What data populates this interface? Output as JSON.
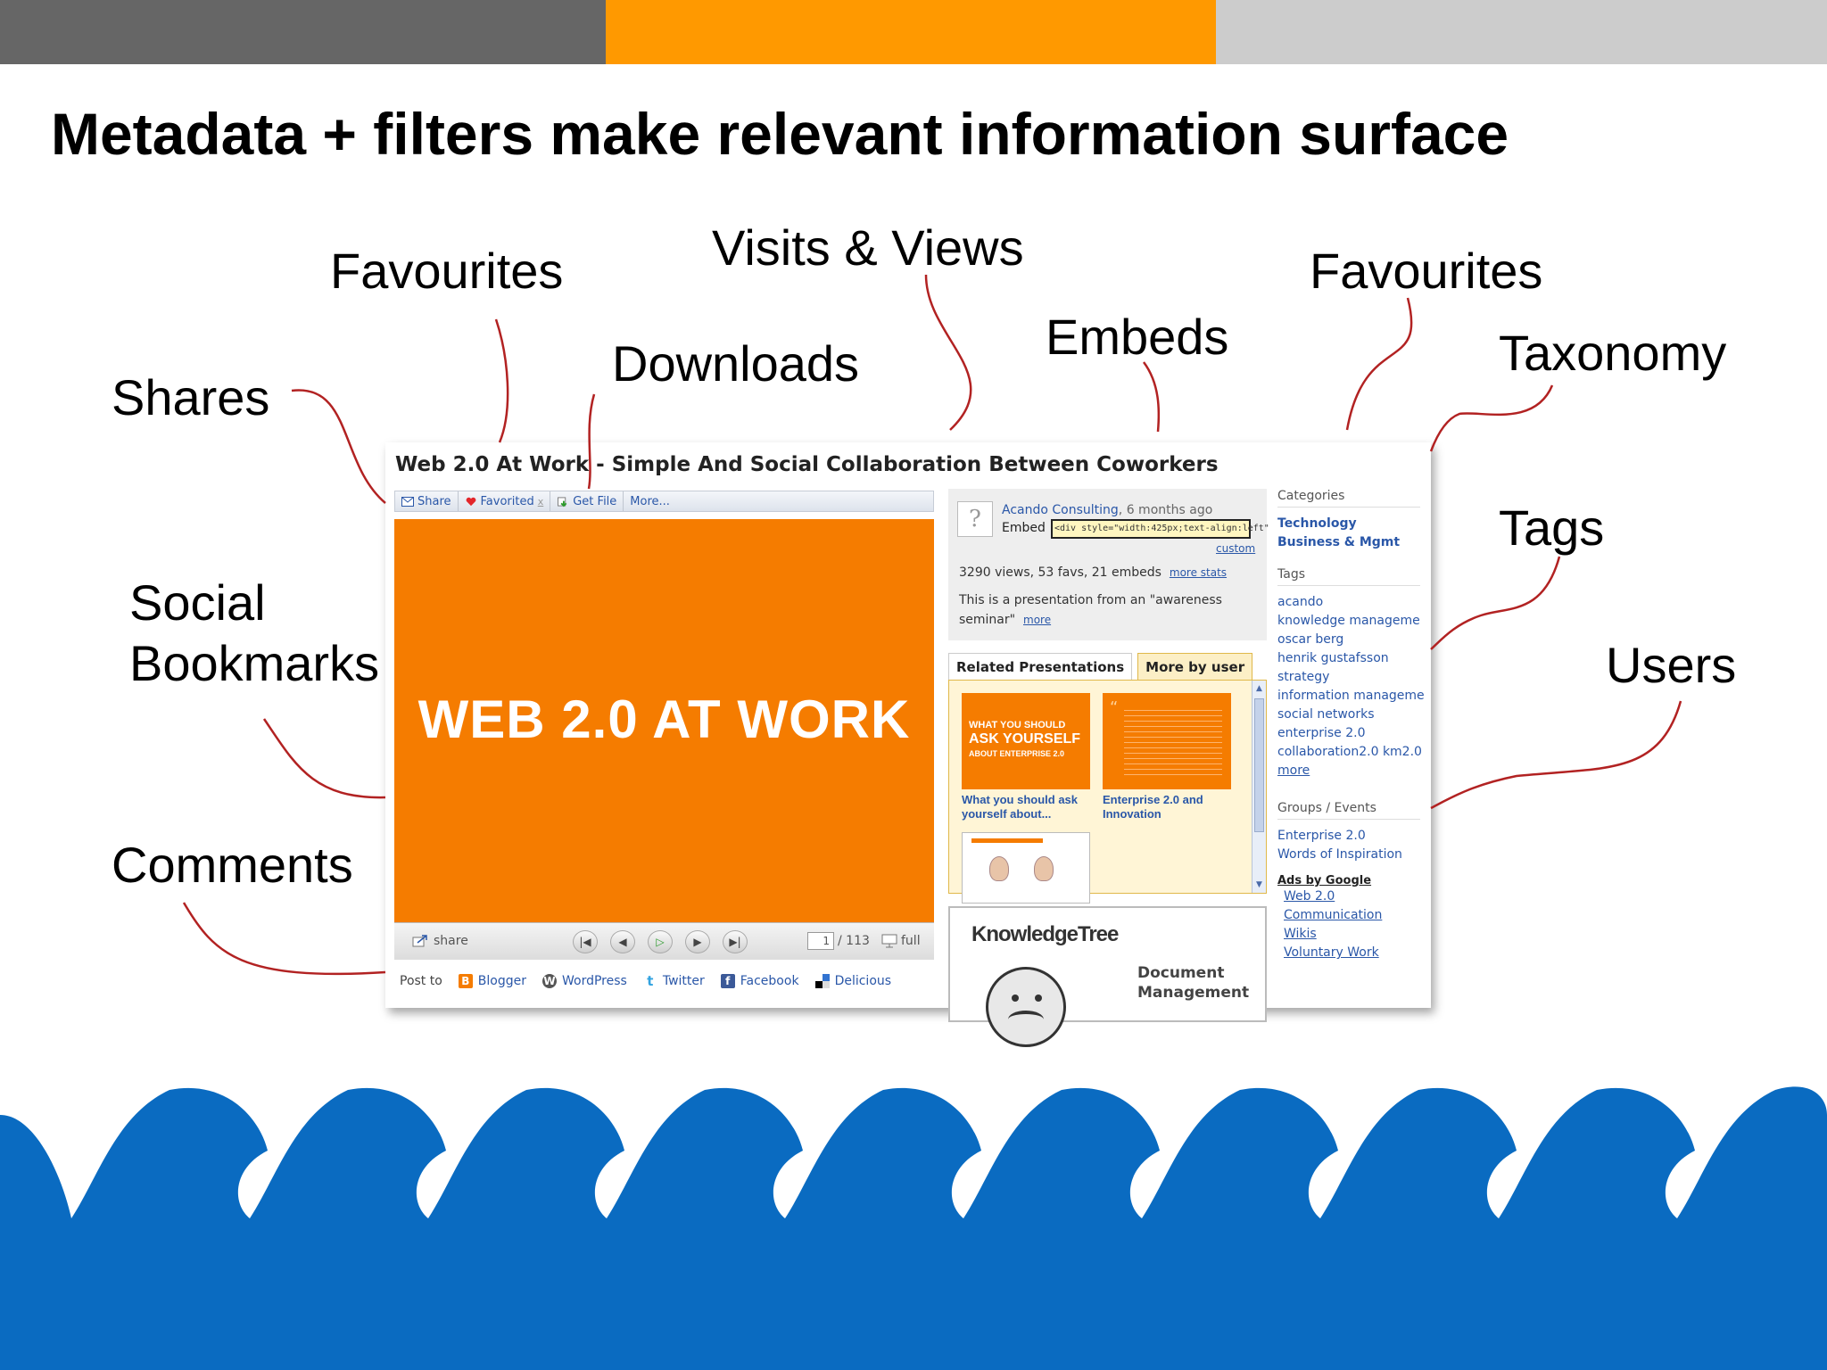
{
  "slide": {
    "title": "Metadata + filters make relevant information surface",
    "colors": {
      "bar_left": "#666666",
      "bar_mid": "#ff9900",
      "bar_right": "#cccccc",
      "wave": "#0a6bc1",
      "leader_line": "#b22222"
    }
  },
  "callouts": {
    "shares": "Shares",
    "favourites_left": "Favourites",
    "downloads": "Downloads",
    "visits_views": "Visits & Views",
    "embeds": "Embeds",
    "favourites_right": "Favourites",
    "taxonomy": "Taxonomy",
    "social_line1": "Social",
    "social_line2": "Bookmarks",
    "tags": "Tags",
    "comments": "Comments",
    "users": "Users"
  },
  "screenshot": {
    "title": "Web 2.0 At Work - Simple And Social Collaboration Between Coworkers",
    "toolbar": {
      "share": "Share",
      "favorited": "Favorited",
      "favorited_remove": "x",
      "get_file": "Get File",
      "more": "More..."
    },
    "slide_text": "WEB 2.0 AT WORK",
    "controls": {
      "share": "share",
      "current_page": "1",
      "total_pages": "/ 113",
      "full": "full"
    },
    "post_to": {
      "label": "Post to",
      "items": [
        "Blogger",
        "WordPress",
        "Twitter",
        "Facebook",
        "Delicious"
      ]
    },
    "info": {
      "author": "Acando Consulting",
      "ago": ", 6 months ago",
      "embed_label": "Embed",
      "embed_code": "<div style=\"width:425px;text-align:left\"",
      "custom": "custom",
      "stats": "3290 views, 53 favs, 21 embeds",
      "more_stats": "more stats",
      "description": "This is a presentation from an \"awareness seminar\"",
      "more": "more"
    },
    "tabs": {
      "related": "Related Presentations",
      "more_by_user": "More by user"
    },
    "related": {
      "thumb1_line1": "WHAT YOU SHOULD",
      "thumb1_line2": "ASK YOURSELF",
      "thumb1_line3": "ABOUT ENTERPRISE 2.0",
      "caption1": "What you should ask yourself about...",
      "caption2": "Enterprise 2.0 and Innovation"
    },
    "ad": {
      "logo": "KnowledgeTree",
      "text_line1": "Document",
      "text_line2": "Management"
    },
    "sidebar": {
      "categories_title": "Categories",
      "categories": [
        "Technology",
        "Business & Mgmt"
      ],
      "tags_title": "Tags",
      "tags": [
        "acando",
        "knowledge manageme",
        "oscar berg",
        "henrik gustafsson",
        "strategy",
        "information manageme",
        "social networks",
        "enterprise 2.0",
        "collaboration2.0 km2.0"
      ],
      "tags_more": "more",
      "groups_title": "Groups / Events",
      "groups": [
        "Enterprise 2.0",
        "Words of Inspiration"
      ],
      "ads_title": "Ads by Google",
      "ads": [
        "Web 2.0",
        "Communication",
        "Wikis",
        "Voluntary Work"
      ]
    }
  }
}
